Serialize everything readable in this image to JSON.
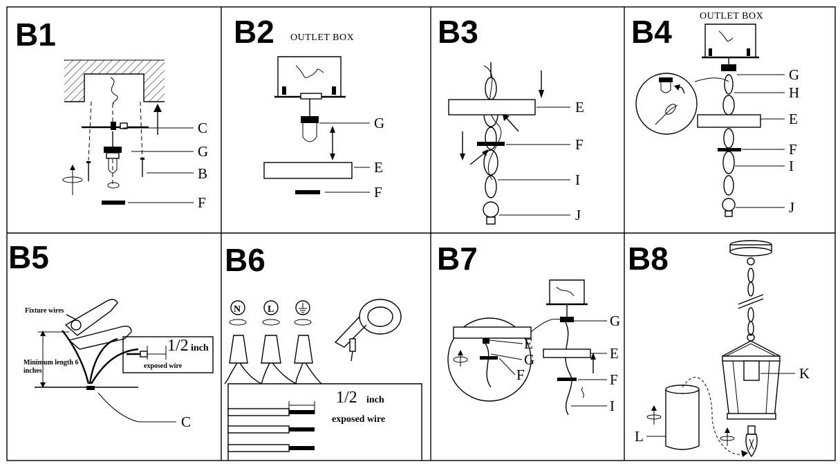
{
  "panels": {
    "b1": {
      "title": "B1",
      "labels": {
        "c": "C",
        "g": "G",
        "b": "B",
        "f": "F"
      }
    },
    "b2": {
      "title": "B2",
      "caption": "OUTLET BOX",
      "labels": {
        "g": "G",
        "e": "E",
        "f": "F"
      }
    },
    "b3": {
      "title": "B3",
      "labels": {
        "e": "E",
        "f": "F",
        "i": "I",
        "j": "J"
      }
    },
    "b4": {
      "title": "B4",
      "caption": "OUTLET BOX",
      "labels": {
        "g": "G",
        "h": "H",
        "e": "E",
        "f": "F",
        "i": "I",
        "j": "J"
      }
    },
    "b5": {
      "title": "B5",
      "fixture_wires": "Fixture wires",
      "min_length_line1": "Minimum length 6",
      "min_length_line2": "inches",
      "fraction": "1/2",
      "fraction_unit": "inch",
      "exposed_wire": "exposed wire",
      "labels": {
        "c": "C"
      }
    },
    "b6": {
      "title": "B6",
      "terminal_n": "N",
      "terminal_l": "L",
      "fraction": "1/2",
      "fraction_unit": "inch",
      "exposed_wire": "exposed wire"
    },
    "b7": {
      "title": "B7",
      "labels": {
        "g": "G",
        "e": "E",
        "f": "F",
        "i": "I",
        "inset_e": "E",
        "inset_g": "G",
        "inset_f": "F"
      }
    },
    "b8": {
      "title": "B8",
      "labels": {
        "k": "K",
        "l": "L"
      }
    }
  }
}
